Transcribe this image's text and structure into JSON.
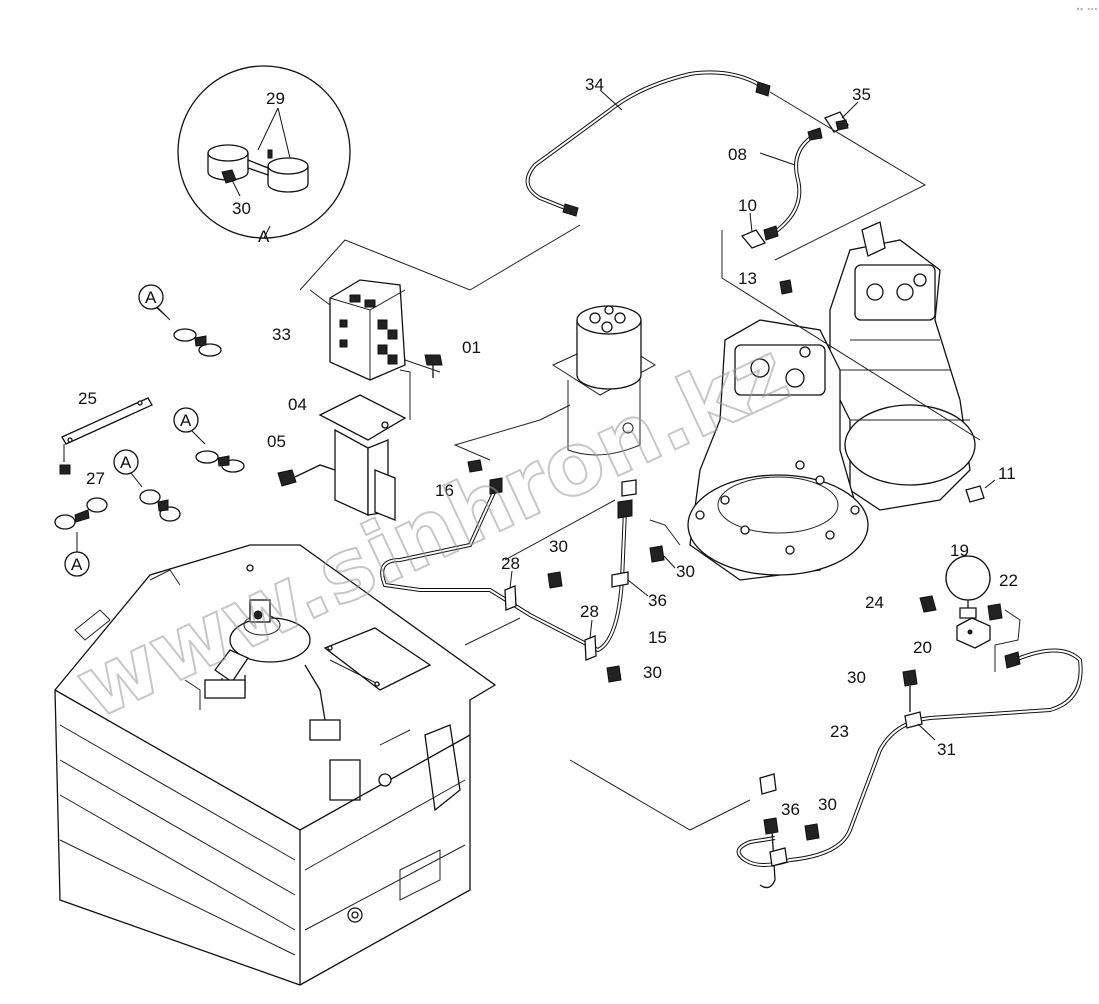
{
  "corner_code": "ᵈᵍ ᵒᵒᵒ",
  "watermark": "www.sinhron.kz",
  "callouts": {
    "p01": "01",
    "p04": "04",
    "p05": "05",
    "p08": "08",
    "p10": "10",
    "p11": "11",
    "p13": "13",
    "p15": "15",
    "p16": "16",
    "p19": "19",
    "p20": "20",
    "p22": "22",
    "p23": "23",
    "p24": "24",
    "p25": "25",
    "p27": "27",
    "p28a": "28",
    "p28b": "28",
    "p29": "29",
    "p30a": "30",
    "p30b": "30",
    "p30c": "30",
    "p30d": "30",
    "p30e": "30",
    "p30f": "30",
    "p31": "31",
    "p33": "33",
    "p34": "34",
    "p35": "35",
    "p36a": "36",
    "p36b": "36"
  },
  "detail_markers": {
    "detail_label": "A",
    "ref1": "A",
    "ref2": "A",
    "ref3": "A",
    "ref4": "A"
  }
}
